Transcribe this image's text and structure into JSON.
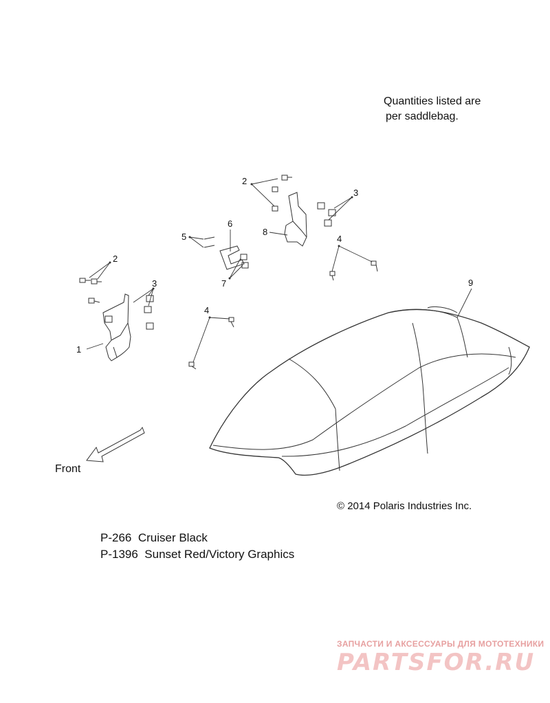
{
  "note": {
    "line1": "Quantities listed are",
    "line2": "per saddlebag."
  },
  "copyright": "© 2014 Polaris Industries Inc.",
  "variants": [
    {
      "code": "P-266",
      "name": "Cruiser Black"
    },
    {
      "code": "P-1396",
      "name": "Sunset Red/Victory Graphics"
    }
  ],
  "direction_label": "Front",
  "callouts": [
    "1",
    "2",
    "2",
    "3",
    "3",
    "4",
    "4",
    "5",
    "6",
    "7",
    "8",
    "9"
  ],
  "watermark": {
    "tagline": "ЗАПЧАСТИ И АКСЕССУАРЫ ДЛЯ МОТОТЕХНИКИ",
    "brand": "PARTSFOR.RU"
  },
  "colors": {
    "line": "#333333",
    "watermark": "#e7a0a0"
  }
}
